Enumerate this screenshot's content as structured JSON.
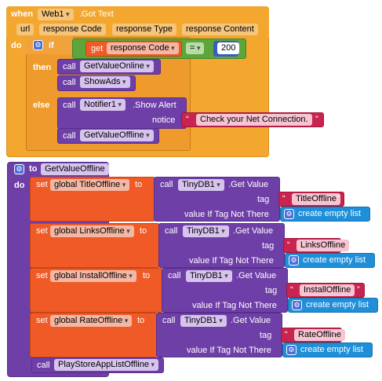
{
  "event": {
    "when": "when",
    "component": "Web1",
    "event_name": ".Got Text",
    "params": [
      "url",
      "response Code",
      "response Type",
      "response Content"
    ],
    "do": "do"
  },
  "if_block": {
    "if": "if",
    "then": "then",
    "else": "else",
    "get": "get",
    "get_var": "response Code",
    "op": "=",
    "number": "200"
  },
  "then_calls": [
    "GetValueOnline",
    "ShowAds"
  ],
  "else_alert": {
    "call": "call",
    "component": "Notifier1",
    "method": ".Show Alert",
    "notice_label": "notice",
    "notice_text": "Check your Net Connection."
  },
  "else_call": "GetValueOffline",
  "call_word": "call",
  "proc": {
    "to": "to",
    "name": "GetValueOffline",
    "do": "do",
    "set_word": "set",
    "to_word": "to",
    "get_value": ".Get Value",
    "tag_label": "tag",
    "value_label": "value If Tag Not There",
    "empty_list": "create empty list",
    "sets": [
      {
        "var": "global TitleOffline",
        "db": "TinyDB1",
        "tag": "TitleOffline"
      },
      {
        "var": "global LinksOffline",
        "db": "TinyDB1",
        "tag": "LinksOffline"
      },
      {
        "var": "global InstallOffline",
        "db": "TinyDB1",
        "tag": "InstallOffline"
      },
      {
        "var": "global RateOffline",
        "db": "TinyDB1",
        "tag": "RateOffline"
      }
    ],
    "final_call": "PlayStoreAppListOffline"
  },
  "quote_open": "“",
  "quote_close": "”"
}
